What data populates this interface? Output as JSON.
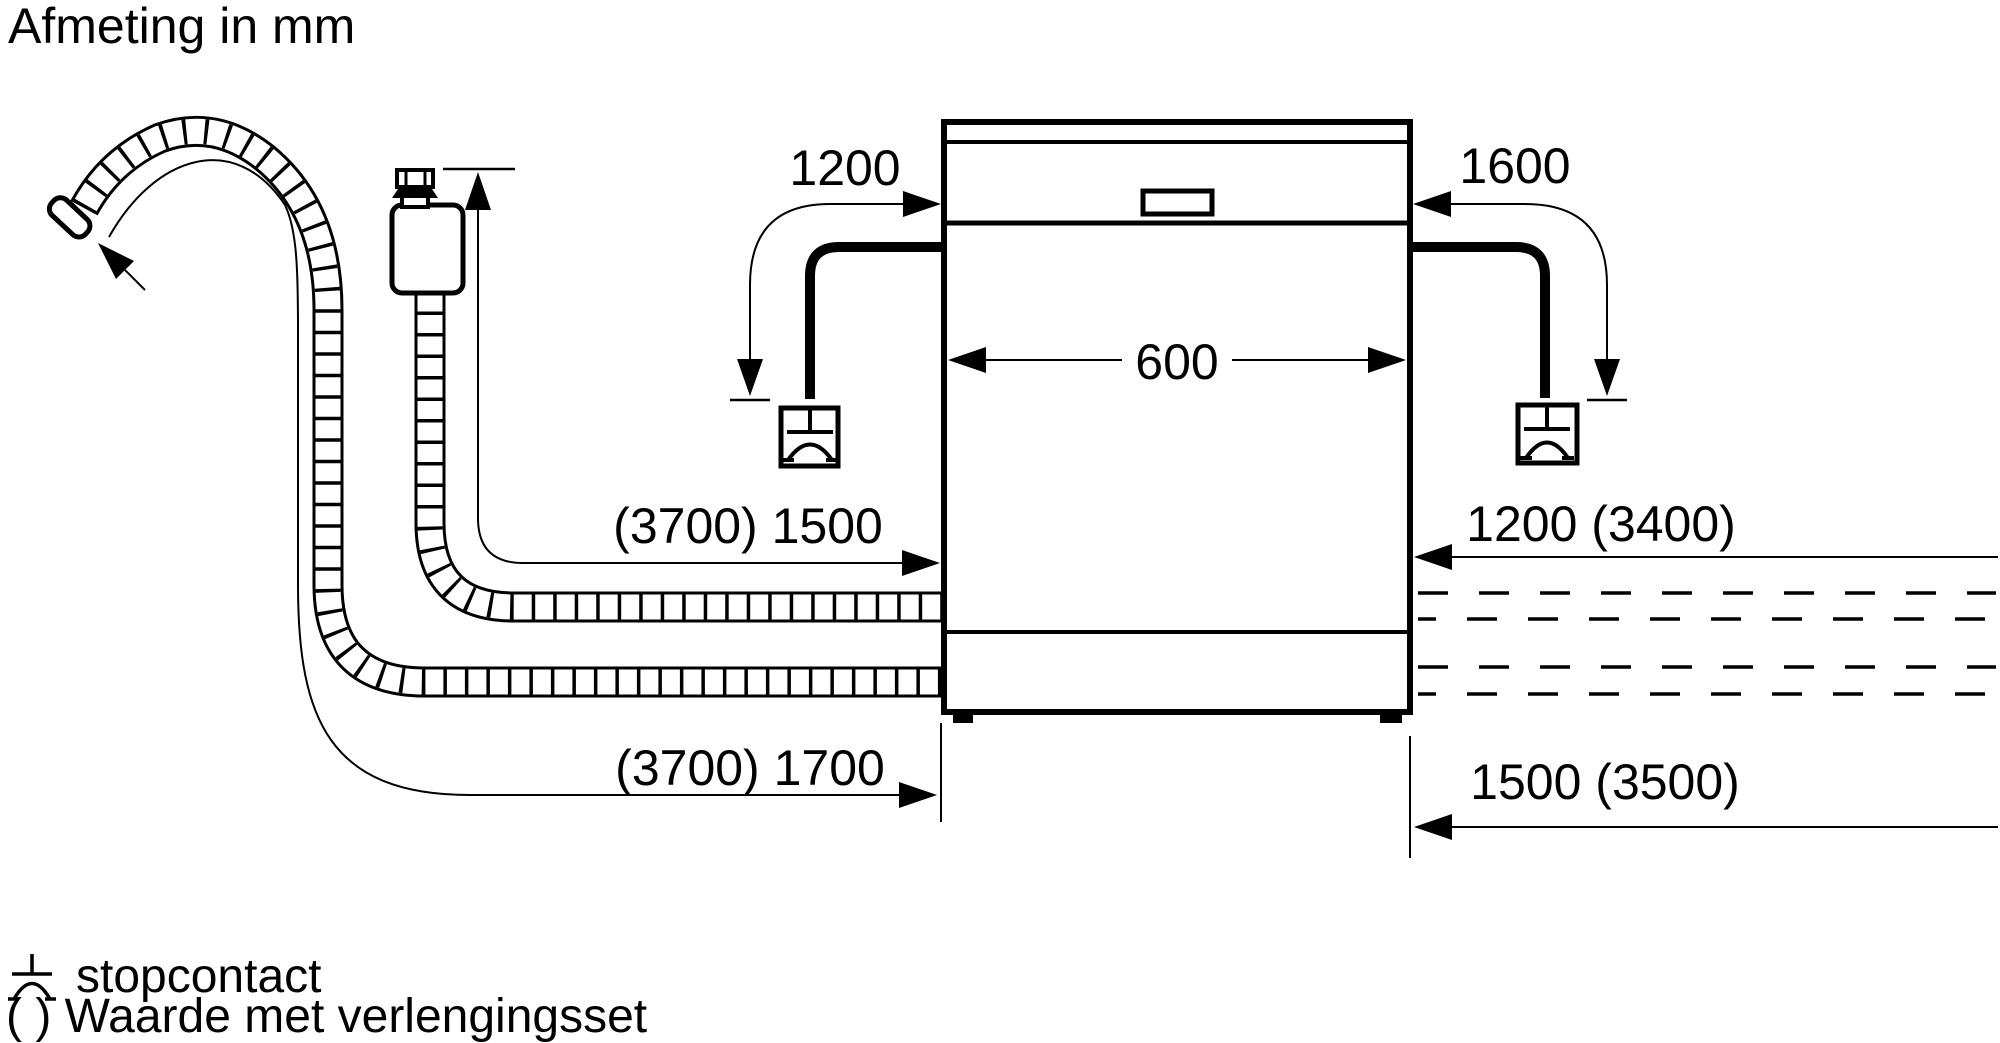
{
  "title": "Afmeting in mm",
  "colors": {
    "line": "#000000",
    "background": "#ffffff"
  },
  "dimensions": {
    "power_cord_left": "1200",
    "power_cord_right": "1600",
    "appliance_width": "600",
    "supply_hose_left": "(3700) 1500",
    "supply_hose_right": "1200 (3400)",
    "drain_hose_left": "(3700) 1700",
    "drain_hose_right": "1500 (3500)"
  },
  "icons": {
    "socket": "socket-outlet-icon"
  },
  "legend": {
    "socket_label": "stopcontact",
    "extension_note": "( ) Waarde met verlengingsset"
  }
}
